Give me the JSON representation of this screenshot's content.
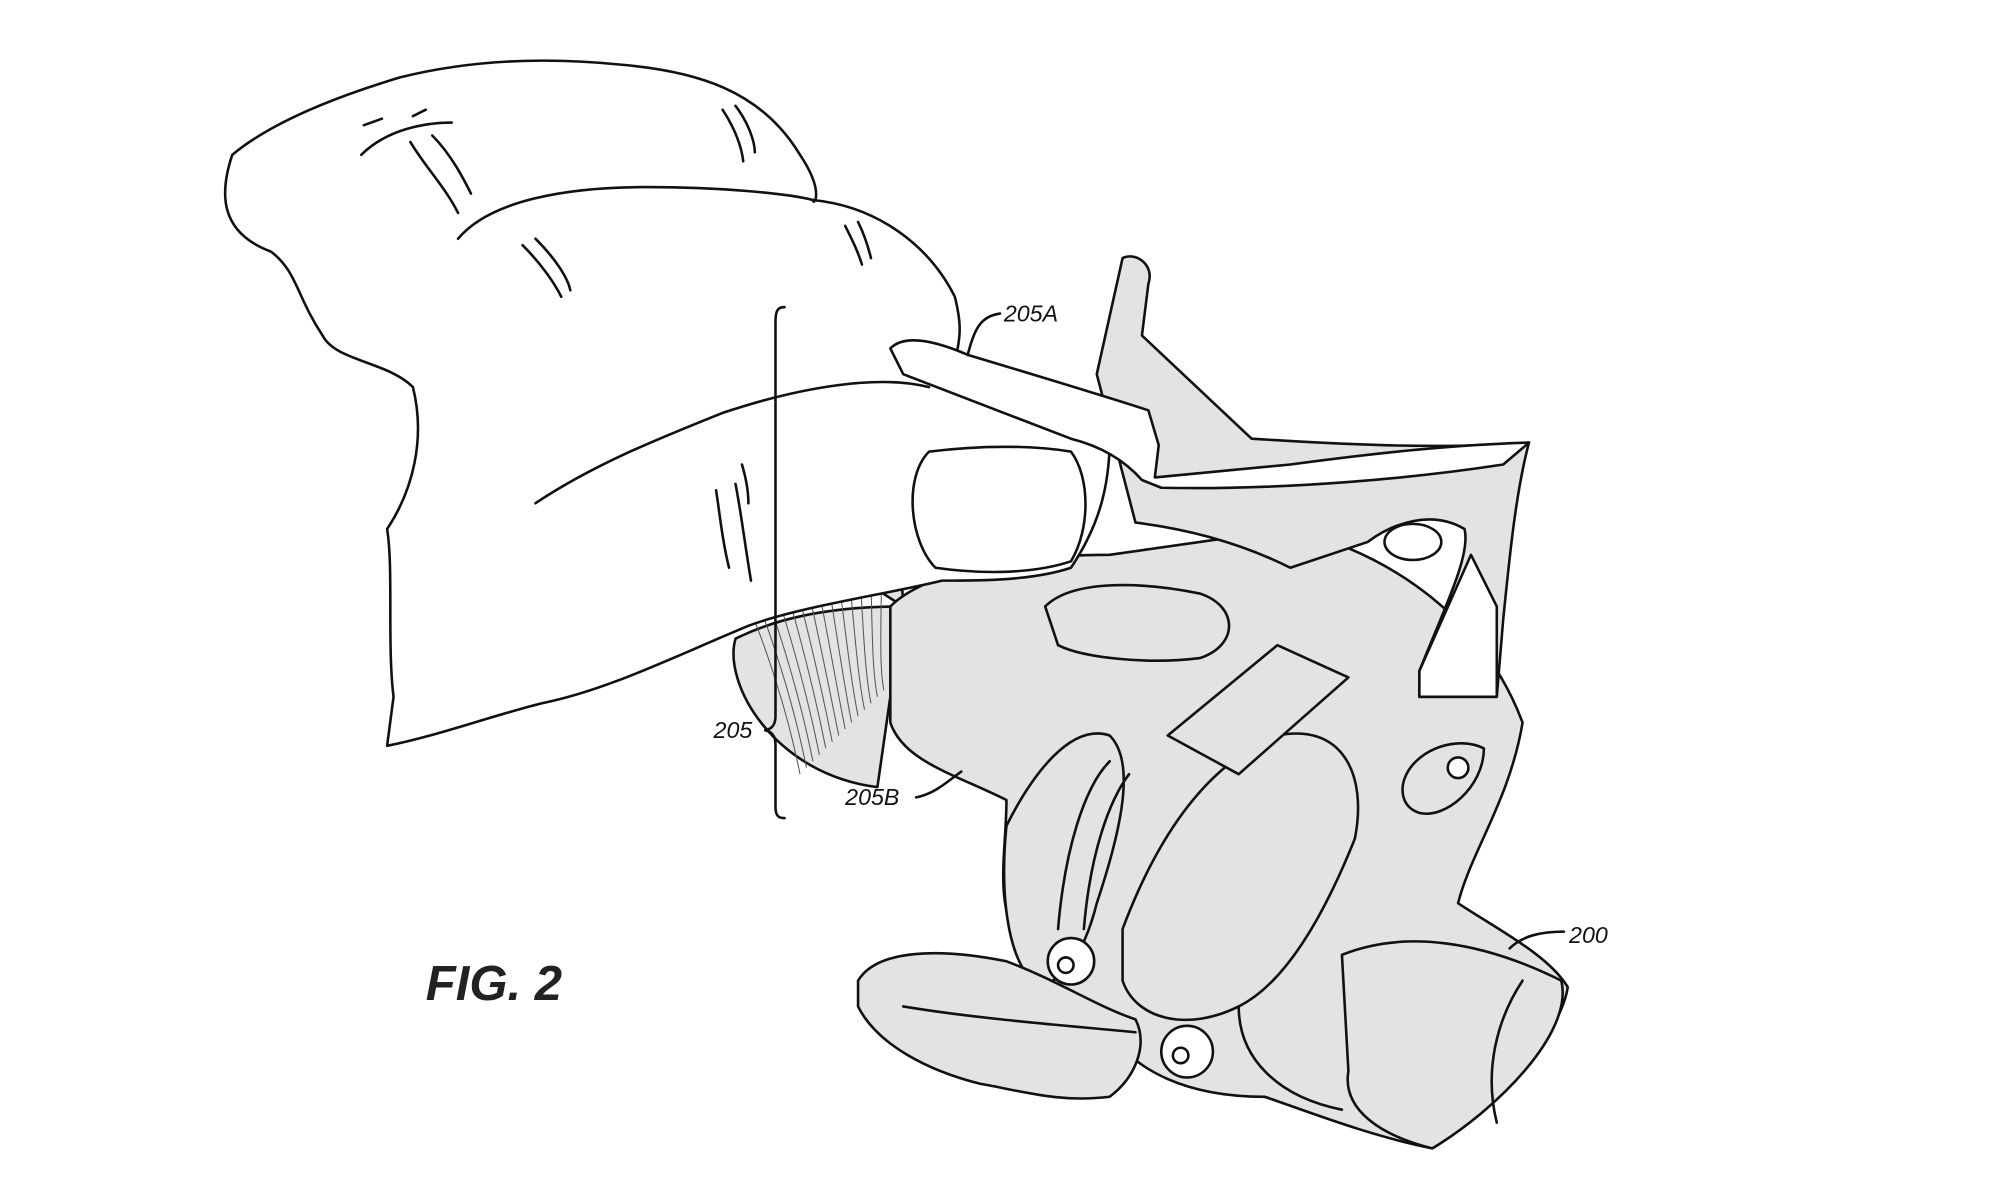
{
  "figure": {
    "title": "FIG. 2",
    "labels": {
      "device": "200",
      "assembly": "205",
      "upper_part": "205A",
      "lower_part": "205B"
    }
  }
}
